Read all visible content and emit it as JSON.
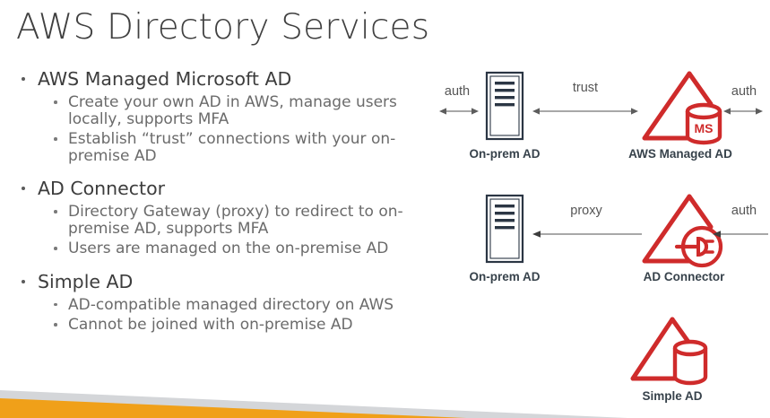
{
  "slide": {
    "title": "AWS Directory Services"
  },
  "bullets": [
    {
      "heading": "AWS Managed Microsoft AD",
      "items": [
        "Create your own AD in AWS, manage users locally, supports MFA",
        "Establish “trust” connections with your on-premise AD"
      ]
    },
    {
      "heading": "AD Connector",
      "items": [
        "Directory Gateway (proxy) to redirect to on-premise AD, supports MFA",
        "Users are managed on the on-premise AD"
      ]
    },
    {
      "heading": "Simple AD",
      "items": [
        "AD-compatible managed directory on AWS",
        "Cannot be joined with on-premise AD"
      ]
    }
  ],
  "diagram": {
    "rows": [
      {
        "id": "managed-ad",
        "left_edge_label": "auth",
        "left_node_label": "On-prem AD",
        "middle_edge_label": "trust",
        "right_node_label": "AWS Managed AD",
        "right_edge_label": "auth",
        "cylinder_label": "MS"
      },
      {
        "id": "ad-connector",
        "left_node_label": "On-prem AD",
        "middle_edge_label": "proxy",
        "right_node_label": "AD Connector",
        "right_edge_label": "auth"
      },
      {
        "id": "simple-ad",
        "node_label": "Simple AD"
      }
    ]
  },
  "colors": {
    "aws_red": "#cf2b2b",
    "server_navy": "#2b3644",
    "label_gray": "#37424b",
    "arrow_gray": "#8c8c8c",
    "band_orange": "#f0a019",
    "band_gray": "#d4d6d9",
    "title_gray": "#404040"
  }
}
